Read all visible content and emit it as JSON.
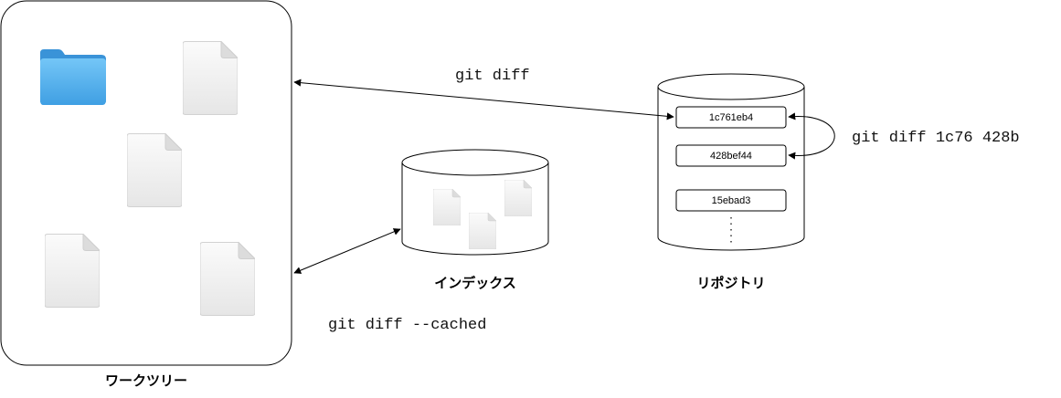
{
  "labels": {
    "work_tree": "ワークツリー",
    "index": "インデックス",
    "repository": "リポジトリ"
  },
  "commands": {
    "diff_worktree_commit": "git diff",
    "diff_cached": "git diff --cached",
    "diff_commits": "git diff 1c76 428b"
  },
  "commits": [
    "1c761eb4",
    "428bef44",
    "15ebad3"
  ],
  "icons": {
    "folder": "folder-icon",
    "file": "file-icon"
  },
  "colors": {
    "folder": "#5ab4f0",
    "stroke": "#000000"
  }
}
